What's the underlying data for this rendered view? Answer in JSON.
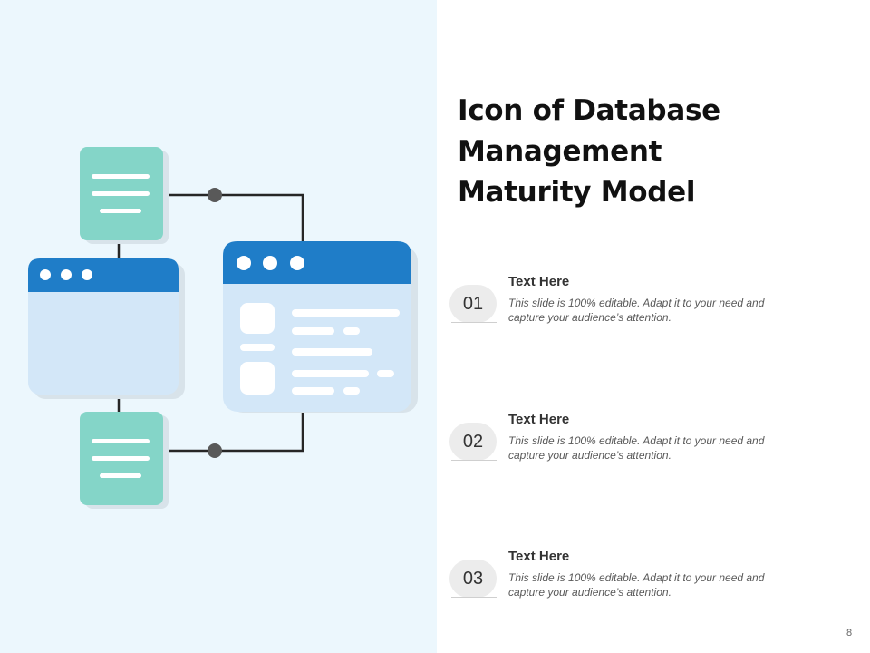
{
  "title_lines": [
    "Icon of Database",
    "Management",
    "Maturity Model"
  ],
  "items": [
    {
      "number": "01",
      "heading": "Text Here",
      "description": "This slide is 100% editable. Adapt it to your need and capture your audience’s attention."
    },
    {
      "number": "02",
      "heading": "Text Here",
      "description": "This slide is 100% editable. Adapt it to your need and capture your audience’s attention."
    },
    {
      "number": "03",
      "heading": "Text Here",
      "description": "This slide is 100% editable. Adapt it to your need and capture your audience’s attention."
    }
  ],
  "page_number": "8",
  "colors": {
    "panel_background": "#ecf7fd",
    "window_bar": "#1f7dc8",
    "window_body": "#d3e7f8",
    "document": "#84d5c8",
    "connector": "#262626",
    "node_dot": "#595959",
    "number_circle": "#ececec"
  },
  "icons": [
    "document-icon",
    "browser-window-icon",
    "dashboard-window-icon",
    "connector-node"
  ]
}
